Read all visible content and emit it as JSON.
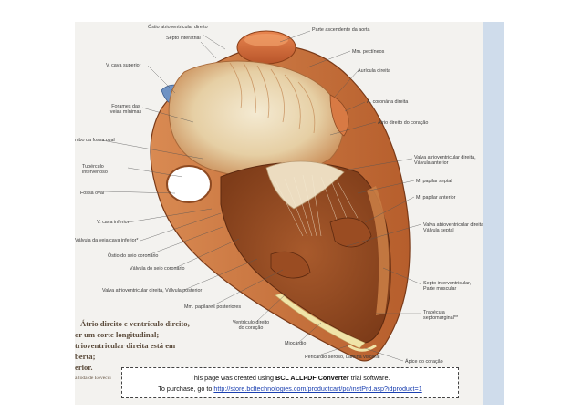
{
  "labels": {
    "ostio_atrioventricular": "Óstio atrioventricular direito",
    "septo_interatrial": "Septo interatrial",
    "v_cava_superior": "V. cava superior",
    "forames_veias": "Forames das veias mínimas",
    "limbo_fossa_oval": "mbo da fossa oval",
    "tuberculo_intervenoso": "Tubérculo intervenoso",
    "fossa_oval": "Fossa oval",
    "v_cava_inferior": "V. cava inferior",
    "valvula_veia_cava": "Válvula da veia cava inferior*",
    "ostio_seio": "Óstio do seio coronário",
    "valvula_seio": "Válvula do seio coronário",
    "valva_posterior": "Valva atrioventricular direita, Válvula posterior",
    "mm_papilares_posteriores": "Mm. papilares posteriores",
    "ventriculo_direito": "Ventrículo direito do coração",
    "miocardio": "Miocárdio",
    "pericardio_seroso": "Pericárdio seroso, Lâmina visceral",
    "parte_ascendente_aorta": "Parte ascendente da aorta",
    "mm_pectineos": "Mm. pectíneos",
    "auricula_direita": "Aurícula direita",
    "a_coronaria_direita": "A. coronária direita",
    "atrio_direito": "Átrio direito do coração",
    "valva_anterior": "Valva atrioventricular direita, Válvula anterior",
    "m_papilar_septal": "M. papilar septal",
    "m_papilar_anterior": "M. papilar anterior",
    "valva_septal": "Valva atrioventricular direita, Válvula septal",
    "septo_interventricular": "Septo interventricular, Parte muscular",
    "trabecula_septomarginal": "Trabécula septomarginal**",
    "apice_coracao": "Ápice do coração"
  },
  "caption": {
    "line1": "Átrio direito e ventrículo direito,",
    "line2": "or um corte longitudinal;",
    "line3": "trioventricular direita está em",
    "line4": "berta;",
    "line5": "erior.",
    "footer": "áltoda de Eovecci"
  },
  "notice": {
    "line1_prefix": "This page was created using ",
    "line1_product": "BCL ALLPDF Converter",
    "line1_suffix": " trial software.",
    "line2_prefix": "To purchase, go to ",
    "line2_link": "http://store.bcltechnologies.com/productcart/pc/instPrd.asp?idproduct=1"
  },
  "colors": {
    "muscle": "#c8703e",
    "muscle_dark": "#8e4a22",
    "wall_pale": "#ead8b6",
    "vein_blue": "#6f93c4",
    "aorta": "#d9703a",
    "pericardium": "#f0e4a8"
  }
}
